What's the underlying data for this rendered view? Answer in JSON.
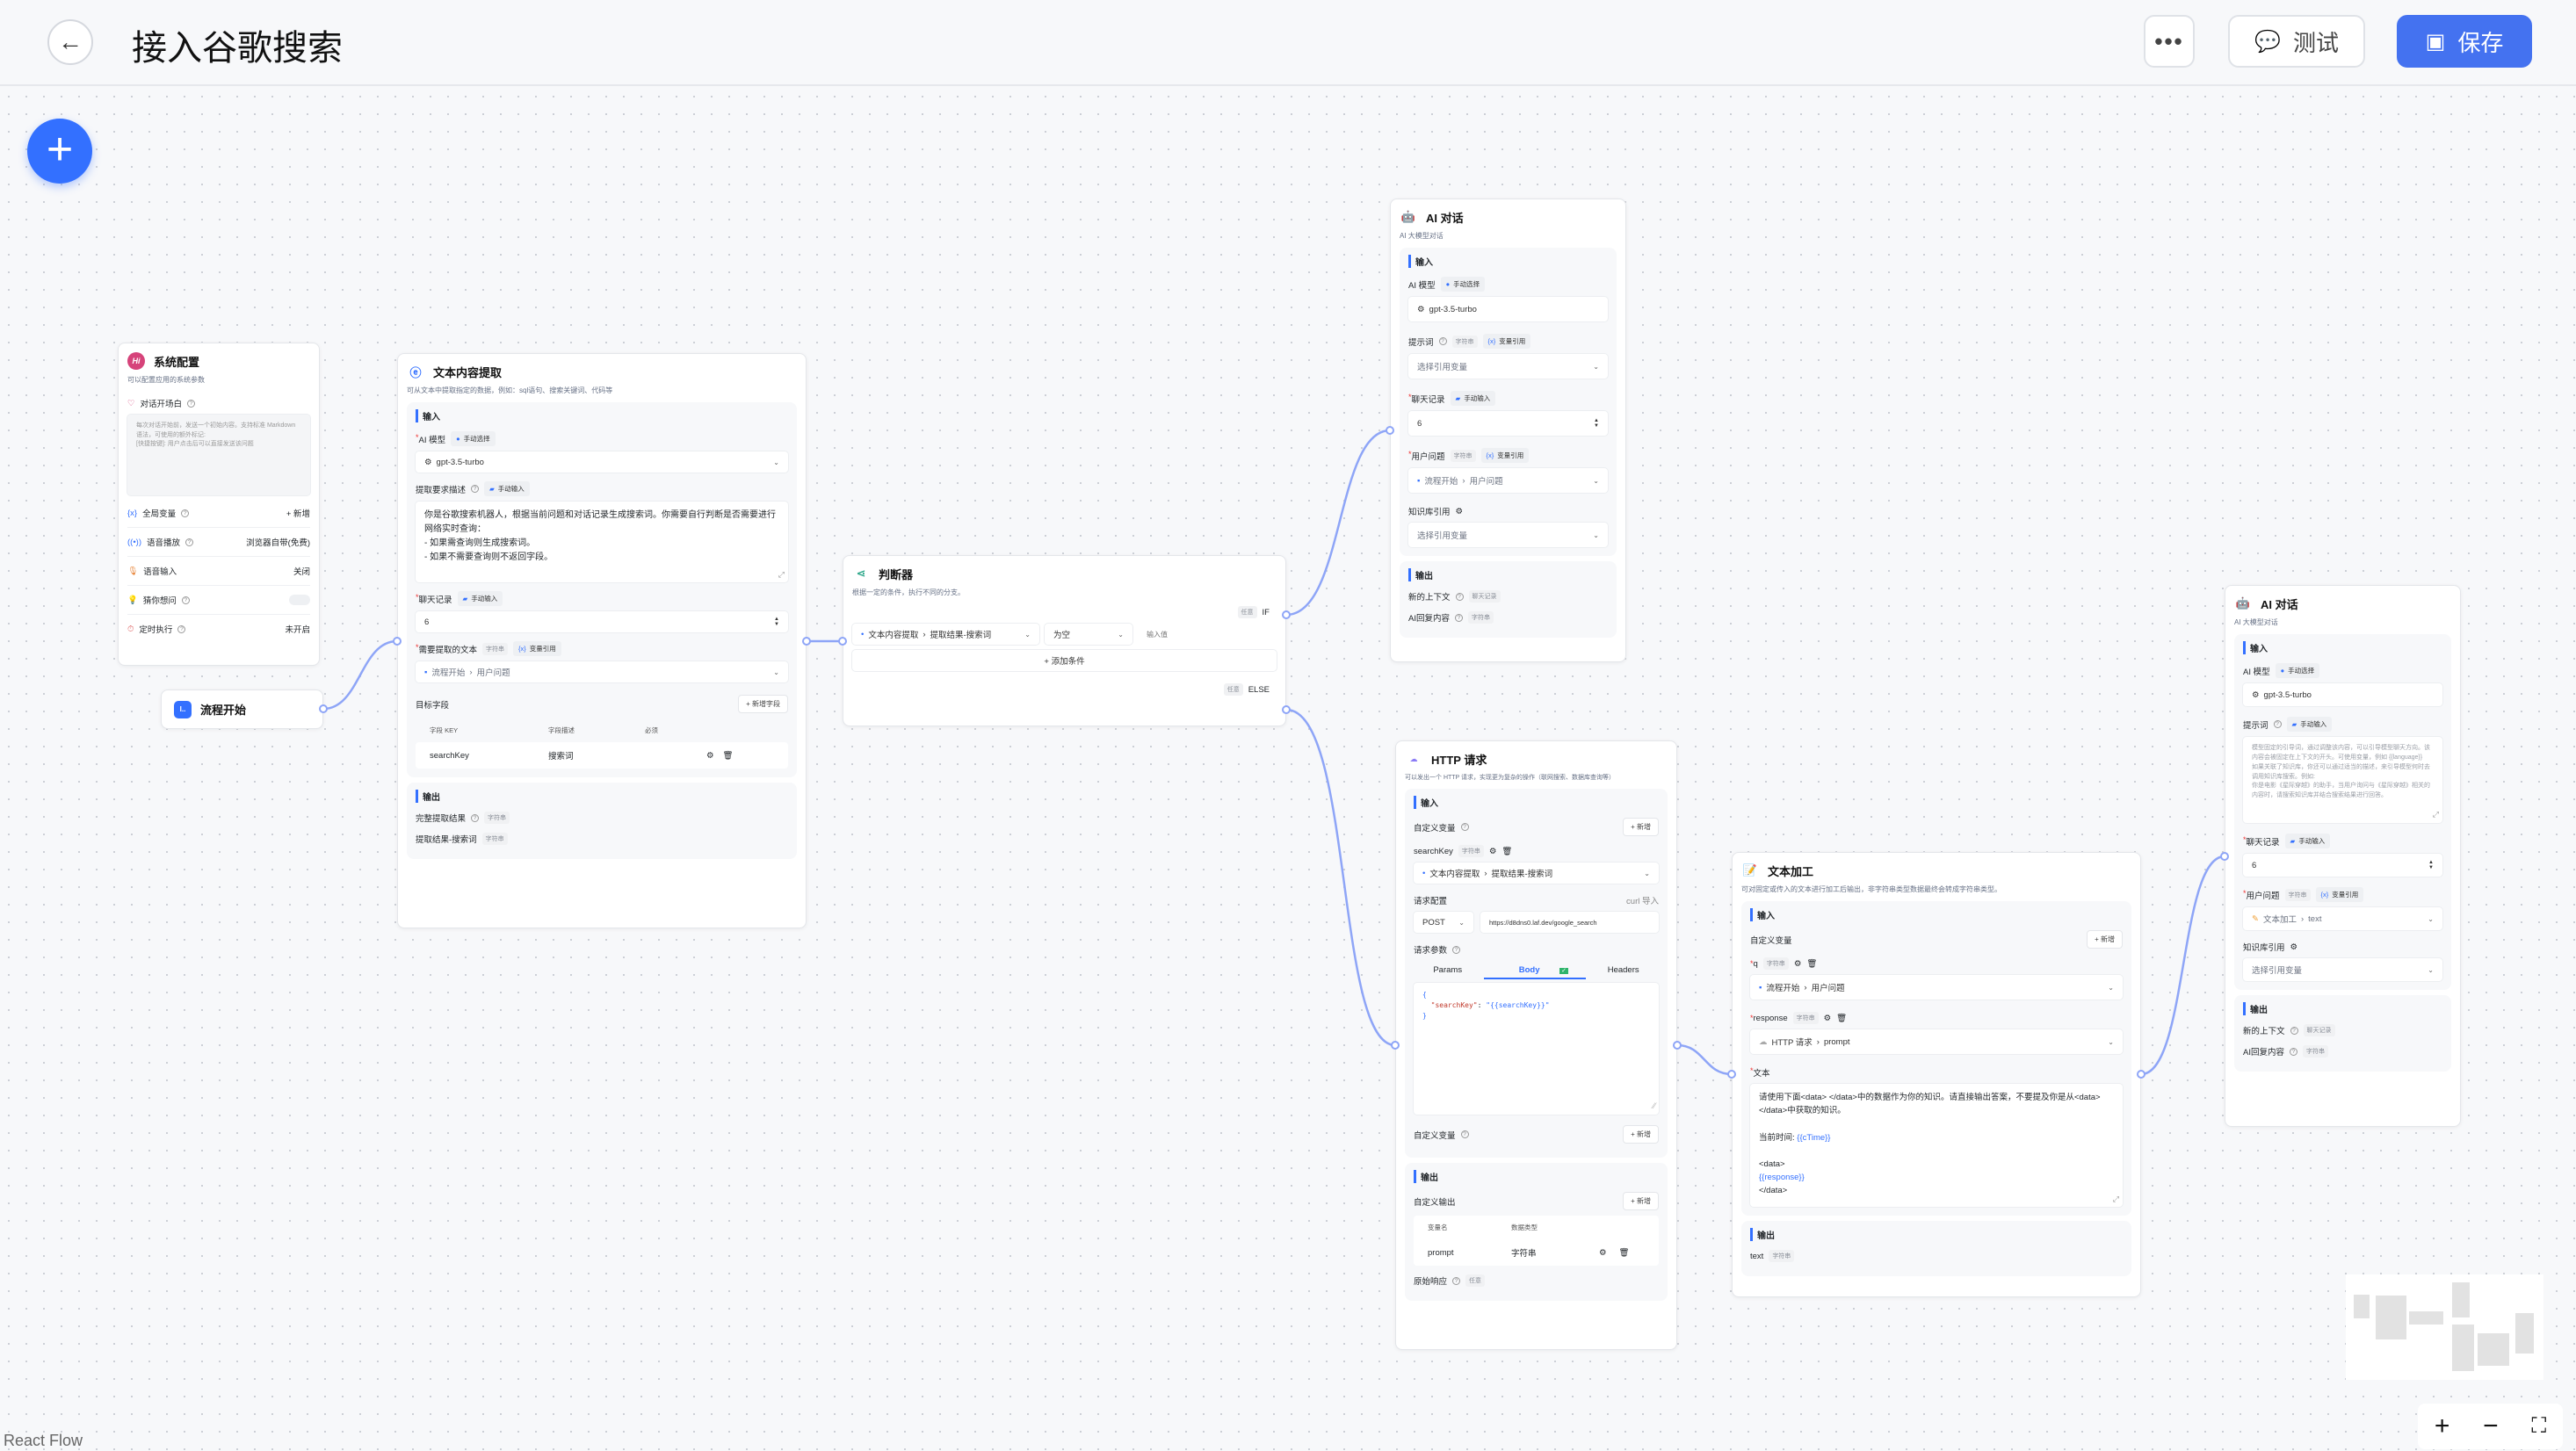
{
  "header": {
    "title": "接入谷歌搜索",
    "back_icon": "arrow-left-icon",
    "more_label": "•••",
    "test_label": "测试",
    "save_label": "保存",
    "accent": "#4472f0"
  },
  "canvas": {
    "add_icon": "plus-icon",
    "edge_color": "#8ea5f7",
    "attribution": "React Flow"
  },
  "system_config": {
    "title": "系统配置",
    "icon_text": "Hi",
    "desc": "可以配置应用的系统参数",
    "welcome_label": "对话开场白",
    "welcome_placeholder": "每次对话开始前，发送一个初始内容。支持标准 Markdown 语法，可使用的额外标记:\n[快捷按键]: 用户点击后可以直接发送该问题",
    "rows": [
      {
        "label": "全局变量",
        "value": "+ 新增"
      },
      {
        "label": "语音播放",
        "value": "浏览器自带(免费)"
      },
      {
        "label": "语音输入",
        "value": "关闭"
      },
      {
        "label": "猜你想问",
        "value": ""
      },
      {
        "label": "定时执行",
        "value": "未开启"
      }
    ],
    "guess_toggle_on": false
  },
  "flow_start": {
    "title": "流程开始"
  },
  "extract": {
    "title": "文本内容提取",
    "desc": "可从文本中提取指定的数据，例如：sql语句、搜索关键词、代码等",
    "input_label": "输入",
    "model_label": "AI 模型",
    "model_tag": "手动选择",
    "model_value": "gpt-3.5-turbo",
    "desc_label": "提取要求描述",
    "desc_tag": "手动输入",
    "prompt": "你是谷歌搜索机器人，根据当前问题和对话记录生成搜索词。你需要自行判断是否需要进行网络实时查询：\n- 如果需查询则生成搜索词。\n- 如果不需要查询则不返回字段。",
    "history_label": "聊天记录",
    "history_tag": "手动输入",
    "history_value": "6",
    "text_label": "需要提取的文本",
    "text_type": "字符串",
    "text_tag": "变量引用",
    "text_source": "流程开始",
    "text_target": "用户问题",
    "fields_label": "目标字段",
    "add_field": "+ 新增字段",
    "columns": [
      "字段 KEY",
      "字段描述",
      "必须"
    ],
    "rows": [
      {
        "key": "searchKey",
        "desc": "搜索词"
      }
    ],
    "output_label": "输出",
    "outputs": [
      {
        "label": "完整提取结果",
        "type": "字符串"
      },
      {
        "label": "提取结果-搜索词",
        "type": "字符串"
      }
    ]
  },
  "judge": {
    "title": "判断器",
    "desc": "根据一定的条件，执行不同的分支。",
    "if_tag": "任意",
    "if_label": "IF",
    "cond_source": "文本内容提取",
    "cond_target": "提取结果-搜索词",
    "operator": "为空",
    "value_placeholder": "输入值",
    "add_condition": "+ 添加条件",
    "else_tag": "任意",
    "else_label": "ELSE"
  },
  "ai1": {
    "title": "AI 对话",
    "desc": "AI 大模型对话",
    "input_label": "输入",
    "model_label": "AI 模型",
    "model_tag": "手动选择",
    "model_value": "gpt-3.5-turbo",
    "prompt_label": "提示词",
    "prompt_type": "字符串",
    "prompt_tag": "变量引用",
    "prompt_value": "选择引用变量",
    "history_label": "聊天记录",
    "history_tag": "手动输入",
    "history_value": "6",
    "question_label": "用户问题",
    "question_type": "字符串",
    "question_tag": "变量引用",
    "question_source": "流程开始",
    "question_target": "用户问题",
    "kb_label": "知识库引用",
    "kb_value": "选择引用变量",
    "output_label": "输出",
    "outputs": [
      {
        "label": "新的上下文",
        "type": "聊天记录"
      },
      {
        "label": "AI回复内容",
        "type": "字符串"
      }
    ]
  },
  "http": {
    "title": "HTTP 请求",
    "desc": "可以发出一个 HTTP 请求，实现更为复杂的操作（联网搜索、数据库查询等）",
    "input_label": "输入",
    "custom_var_label": "自定义变量",
    "add": "+ 新增",
    "var_name": "searchKey",
    "var_type": "字符串",
    "var_source": "文本内容提取",
    "var_target": "提取结果-搜索词",
    "req_label": "请求配置",
    "curl": "curl 导入",
    "method": "POST",
    "url": "https://d8dns0.laf.dev/google_search",
    "params_label": "请求参数",
    "tabs": [
      "Params",
      "Body",
      "Headers"
    ],
    "active_tab": "Body",
    "body_line1": "{",
    "body_key": "\"searchKey\"",
    "body_colon": ": ",
    "body_value": "\"{{searchKey}}\"",
    "body_line3": "}",
    "custom_var_label2": "自定义变量",
    "output_label": "输出",
    "custom_out_label": "自定义输出",
    "out_columns": [
      "变量名",
      "数据类型"
    ],
    "out_rows": [
      {
        "name": "prompt",
        "type": "字符串"
      }
    ],
    "raw_label": "原始响应",
    "raw_type": "任意"
  },
  "textproc": {
    "title": "文本加工",
    "desc": "可对固定或传入的文本进行加工后输出，非字符串类型数据最终会转成字符串类型。",
    "input_label": "输入",
    "custom_var_label": "自定义变量",
    "add": "+ 新增",
    "vars": [
      {
        "name": "q",
        "type": "字符串",
        "source": "流程开始",
        "target": "用户问题"
      },
      {
        "name": "response",
        "type": "字符串",
        "source": "HTTP 请求",
        "target": "prompt"
      }
    ],
    "text_label": "文本",
    "text_line1": "请使用下面<data> </data>中的数据作为你的知识。请直接输出答案，不要提及你是从<data> </data>中获取的知识。",
    "text_time_label": "当前时间: ",
    "text_time_var": "{{cTime}}",
    "text_open": "<data>",
    "text_resp_var": "{{response}}",
    "text_close": "</data>",
    "output_label": "输出",
    "output": {
      "label": "text",
      "type": "字符串"
    }
  },
  "ai2": {
    "title": "AI 对话",
    "desc": "AI 大模型对话",
    "input_label": "输入",
    "model_label": "AI 模型",
    "model_tag": "手动选择",
    "model_value": "gpt-3.5-turbo",
    "prompt_label": "提示词",
    "prompt_tag": "手动输入",
    "prompt_placeholder": "模型固定的引导词，通过调整该内容，可以引导模型聊天方向。该内容会被固定在上下文的开头。可使用变量，例如 {{language}}\n如果关联了知识库，你还可以通过适当的描述，来引导模型何时去调用知识库搜索。例如:\n你是电影《星际穿越》的助手，当用户询问与《星际穿越》相关的内容时，请搜索知识库并结合搜索结果进行回答。",
    "history_label": "聊天记录",
    "history_tag": "手动输入",
    "history_value": "6",
    "question_label": "用户问题",
    "question_type": "字符串",
    "question_tag": "变量引用",
    "question_source": "文本加工",
    "question_target": "text",
    "kb_label": "知识库引用",
    "kb_value": "选择引用变量",
    "output_label": "输出",
    "outputs": [
      {
        "label": "新的上下文",
        "type": "聊天记录"
      },
      {
        "label": "AI回复内容",
        "type": "字符串"
      }
    ]
  },
  "controls": {
    "zoom_in": "+",
    "zoom_out": "−",
    "fit": "⛶"
  }
}
